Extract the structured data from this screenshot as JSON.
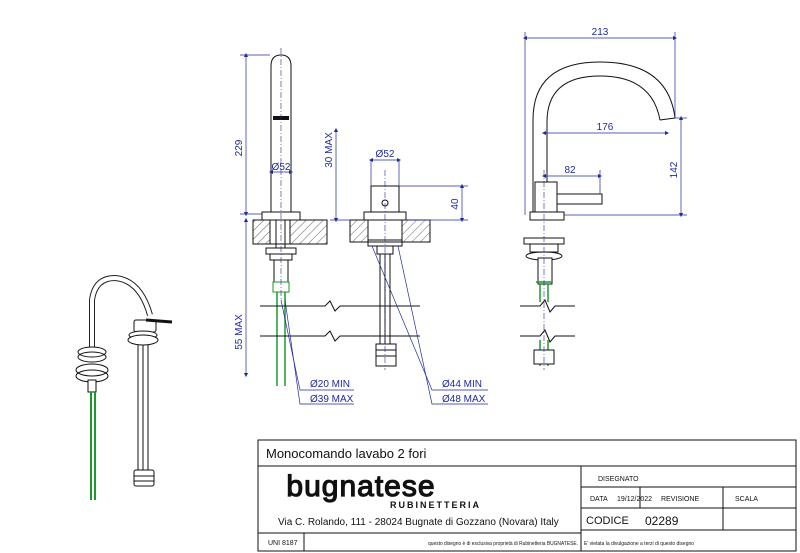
{
  "dimensions": {
    "side_height": "229",
    "side_diameter": "Ø52",
    "side_max_thickness": "55 MAX",
    "front_max": "30 MAX",
    "front_diameter": "Ø52",
    "front_height": "40",
    "right_width": "213",
    "right_reach": "176",
    "right_lever": "82",
    "right_height": "142",
    "hole_min": "Ø20 MIN",
    "hole_max": "Ø39 MAX",
    "base_min": "Ø44 MIN",
    "base_max": "Ø48 MAX"
  },
  "title_block": {
    "product_title": "Monocomando lavabo 2 fori",
    "brand_name": "bugnatese",
    "brand_sub": "RUBINETTERIA",
    "address": "Via C. Rolando, 111 - 28024 Bugnate di Gozzano (Novara) Italy",
    "disegnato_label": "DISEGNATO",
    "data_label": "DATA",
    "data_value": "19/12/2022",
    "revisione_label": "REVISIONE",
    "scala_label": "SCALA",
    "codice_label": "CODICE",
    "codice_value": "02289",
    "standard": "UNI 8187",
    "disclaimer_1": "questo disegno è di esclusiva proprietà di Rubinetteria BUGNATESE.",
    "disclaimer_2": "E' vietata la divulgazione a terzi di questo disegno"
  },
  "colors": {
    "line": "#111111",
    "dimension": "#1f2a9b",
    "hose": "#1a9a2a",
    "hatch": "#555555"
  }
}
